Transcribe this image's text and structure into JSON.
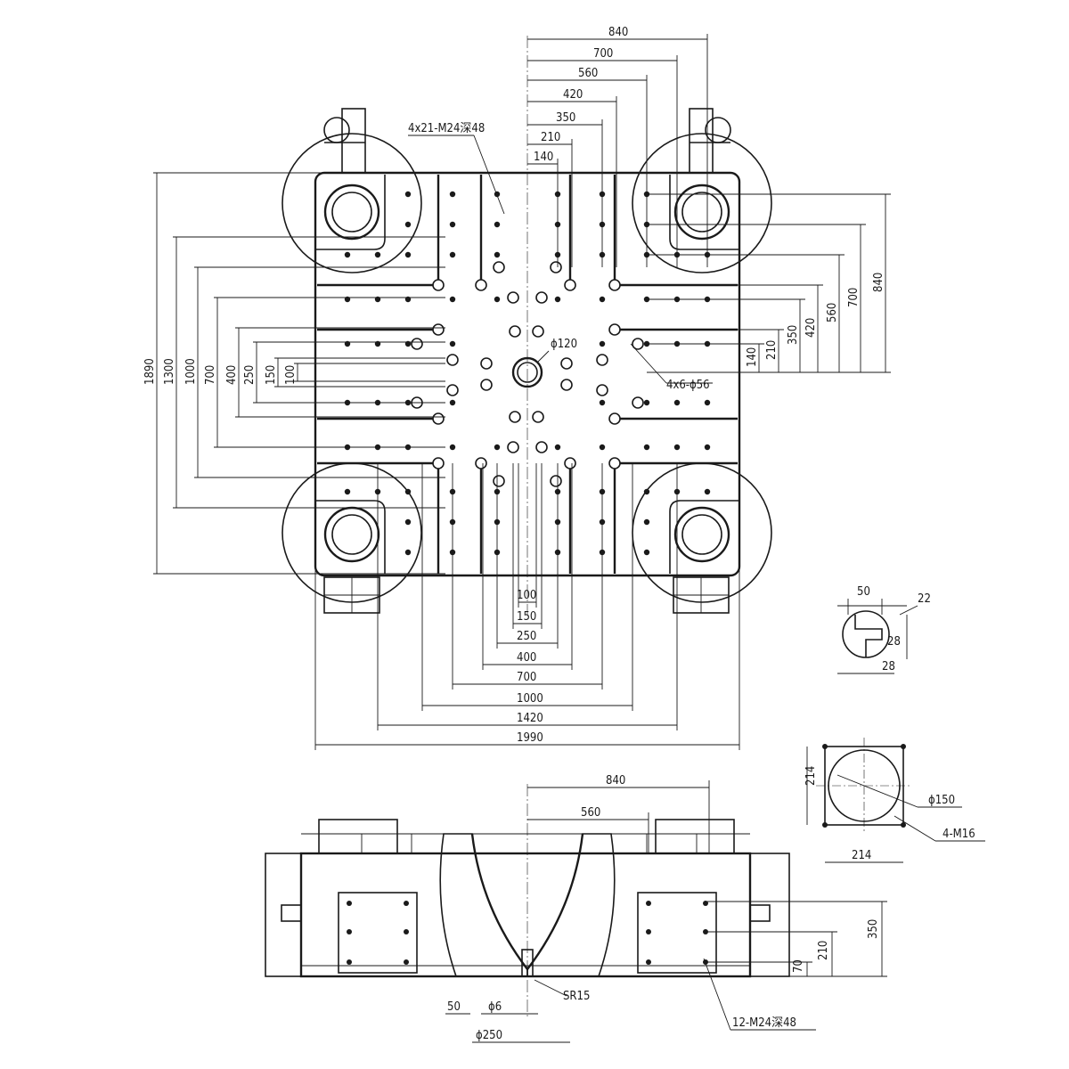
{
  "top_view": {
    "top_dims": [
      "840",
      "700",
      "560",
      "420",
      "350",
      "210",
      "140"
    ],
    "bottom_dims": [
      "100",
      "150",
      "250",
      "400",
      "700",
      "1000",
      "1420",
      "1990"
    ],
    "left_dims": [
      "1890",
      "1300",
      "1000",
      "700",
      "400",
      "250",
      "150",
      "100"
    ],
    "right_dims": [
      "840",
      "700",
      "560",
      "420",
      "350",
      "210",
      "140"
    ],
    "callout_thread_holes": "4x21-M24深48",
    "callout_center_bore": "ϕ120",
    "callout_locating_holes": "4x6-ϕ56"
  },
  "slot_detail": {
    "dims": [
      "50",
      "22",
      "28",
      "28"
    ]
  },
  "flange_detail": {
    "dim_height": "214",
    "dim_width": "214",
    "callout_bore": "ϕ150",
    "callout_threads": "4-M16"
  },
  "front_view": {
    "dims_top": [
      "840",
      "560"
    ],
    "dims_right": [
      "350",
      "210",
      "70"
    ],
    "dims_bottom": [
      "50",
      "ϕ6",
      "SR15",
      "ϕ250"
    ],
    "callout_side_threads": "12-M24深48"
  }
}
